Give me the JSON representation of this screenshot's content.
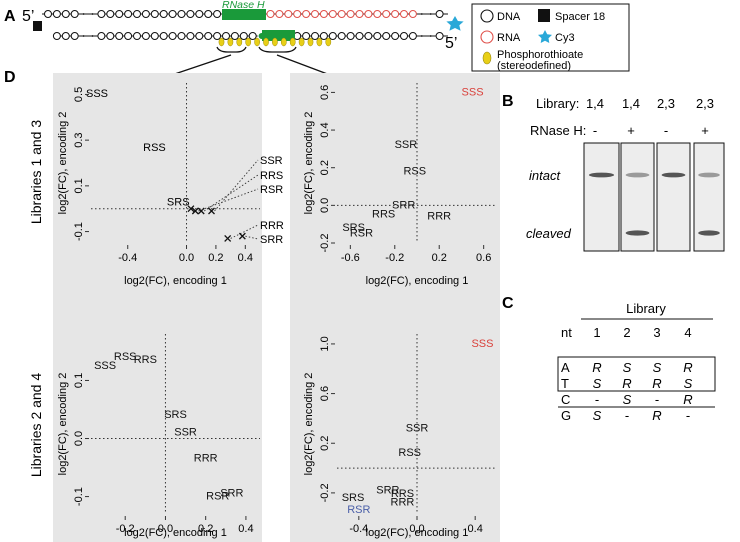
{
  "panels": {
    "A": "A",
    "B": "B",
    "C": "C",
    "D": "D"
  },
  "panel_a": {
    "five_prime_left": "5’",
    "five_prime_right": "5’",
    "enzyme_label": "RNase H",
    "legend": {
      "dna": "DNA",
      "rna": "RNA",
      "spacer": "Spacer 18",
      "cy3": "Cy3",
      "phosphorothioate_line1": "Phosphorothioate",
      "phosphorothioate_line2": "(stereodefined)"
    },
    "colors": {
      "rna": "#e0504a",
      "cy3": "#29a8d8",
      "enzyme": "#1a9a3a",
      "phosphorothioate": "#e8cf17"
    }
  },
  "panel_b": {
    "library_label": "Library:",
    "rnase_label": "RNase H:",
    "lanes": [
      {
        "library": "1,4",
        "rnase": "-"
      },
      {
        "library": "1,4",
        "rnase": "+"
      },
      {
        "library": "2,3",
        "rnase": "-"
      },
      {
        "library": "2,3",
        "rnase": "+"
      }
    ],
    "intact_label": "intact",
    "cleaved_label": "cleaved"
  },
  "panel_c": {
    "title": "Library",
    "nt_label": "nt",
    "columns": [
      "1",
      "2",
      "3",
      "4"
    ],
    "rows": [
      {
        "nt": "A",
        "values": [
          "R",
          "S",
          "S",
          "R"
        ]
      },
      {
        "nt": "T",
        "values": [
          "S",
          "R",
          "R",
          "S"
        ]
      },
      {
        "nt": "C",
        "values": [
          "-",
          "S",
          "-",
          "R"
        ]
      },
      {
        "nt": "G",
        "values": [
          "S",
          "-",
          "R",
          "-"
        ]
      }
    ]
  },
  "panel_d": {
    "row_labels": [
      "Libraries 1 and 3",
      "Libraries 2 and 4"
    ]
  },
  "chart_data": [
    {
      "type": "scatter",
      "xlabel": "log2(FC), encoding 1",
      "ylabel": "log2(FC), encoding 2",
      "xlim": [
        -0.65,
        0.5
      ],
      "ylim": [
        -0.15,
        0.55
      ],
      "xticks": [
        -0.4,
        0.0,
        0.2,
        0.4
      ],
      "yticks": [
        -0.1,
        0.1,
        0.3,
        0.5
      ],
      "grid": false,
      "zero_lines": true,
      "points": [
        {
          "label": "SSS",
          "x": -0.6,
          "y": 0.5,
          "mark": "text"
        },
        {
          "label": "RSS",
          "x": -0.2,
          "y": 0.27,
          "mark": "text"
        },
        {
          "label": "SRS",
          "x": 0.03,
          "y": 0.0,
          "mark": "x"
        },
        {
          "label": "SSR",
          "x": 0.17,
          "y": -0.01,
          "mark": "x"
        },
        {
          "label": "RRS",
          "x": 0.1,
          "y": -0.01,
          "mark": "x"
        },
        {
          "label": "RSR",
          "x": 0.06,
          "y": -0.01,
          "mark": "x"
        },
        {
          "label": "RRR",
          "x": 0.28,
          "y": -0.13,
          "mark": "x"
        },
        {
          "label": "SRR",
          "x": 0.38,
          "y": -0.12,
          "mark": "x"
        }
      ]
    },
    {
      "type": "scatter",
      "xlabel": "log2(FC), encoding 1",
      "ylabel": "log2(FC), encoding 2",
      "xlim": [
        -0.72,
        0.72
      ],
      "ylim": [
        -0.2,
        0.65
      ],
      "xticks": [
        -0.6,
        -0.2,
        0.2,
        0.6
      ],
      "yticks": [
        -0.2,
        0.0,
        0.2,
        0.4,
        0.6
      ],
      "grid": false,
      "zero_lines": true,
      "points": [
        {
          "label": "SSS",
          "x": 0.5,
          "y": 0.6,
          "color": "#d9423c"
        },
        {
          "label": "SSR",
          "x": -0.1,
          "y": 0.32
        },
        {
          "label": "RSS",
          "x": -0.02,
          "y": 0.18
        },
        {
          "label": "SRR",
          "x": -0.12,
          "y": 0.0
        },
        {
          "label": "RRS",
          "x": -0.3,
          "y": -0.05
        },
        {
          "label": "RRR",
          "x": 0.2,
          "y": -0.06
        },
        {
          "label": "SRS",
          "x": -0.57,
          "y": -0.12
        },
        {
          "label": "RSR",
          "x": -0.5,
          "y": -0.15
        }
      ]
    },
    {
      "type": "scatter",
      "xlabel": "log2(FC), encoding 1",
      "ylabel": "log2(FC), encoding 2",
      "xlim": [
        -0.37,
        0.47
      ],
      "ylim": [
        -0.13,
        0.18
      ],
      "xticks": [
        -0.2,
        0.0,
        0.2,
        0.4
      ],
      "yticks": [
        -0.1,
        0.0,
        0.1
      ],
      "grid": false,
      "zero_lines": true,
      "points": [
        {
          "label": "RSS",
          "x": -0.2,
          "y": 0.14
        },
        {
          "label": "RRS",
          "x": -0.1,
          "y": 0.135
        },
        {
          "label": "SSS",
          "x": -0.3,
          "y": 0.125
        },
        {
          "label": "SRS",
          "x": 0.05,
          "y": 0.04
        },
        {
          "label": "SSR",
          "x": 0.1,
          "y": 0.01
        },
        {
          "label": "RRR",
          "x": 0.2,
          "y": -0.035
        },
        {
          "label": "SRR",
          "x": 0.33,
          "y": -0.095
        },
        {
          "label": "RSR",
          "x": 0.26,
          "y": -0.1
        }
      ]
    },
    {
      "type": "scatter",
      "xlabel": "log2(FC), encoding 1",
      "ylabel": "log2(FC), encoding 2",
      "xlim": [
        -0.55,
        0.55
      ],
      "ylim": [
        -0.37,
        1.08
      ],
      "xticks": [
        -0.4,
        0.0,
        0.4
      ],
      "yticks": [
        -0.2,
        0.2,
        0.6,
        1.0
      ],
      "grid": false,
      "zero_lines": true,
      "points": [
        {
          "label": "SSS",
          "x": 0.45,
          "y": 1.0,
          "color": "#d9423c"
        },
        {
          "label": "SSR",
          "x": 0.0,
          "y": 0.32
        },
        {
          "label": "RSS",
          "x": -0.05,
          "y": 0.12
        },
        {
          "label": "SRR",
          "x": -0.2,
          "y": -0.18
        },
        {
          "label": "RRS",
          "x": -0.1,
          "y": -0.21
        },
        {
          "label": "RRR",
          "x": -0.1,
          "y": -0.28
        },
        {
          "label": "SRS",
          "x": -0.44,
          "y": -0.24
        },
        {
          "label": "RSR",
          "x": -0.4,
          "y": -0.34,
          "color": "#4a5fa8"
        }
      ]
    }
  ]
}
